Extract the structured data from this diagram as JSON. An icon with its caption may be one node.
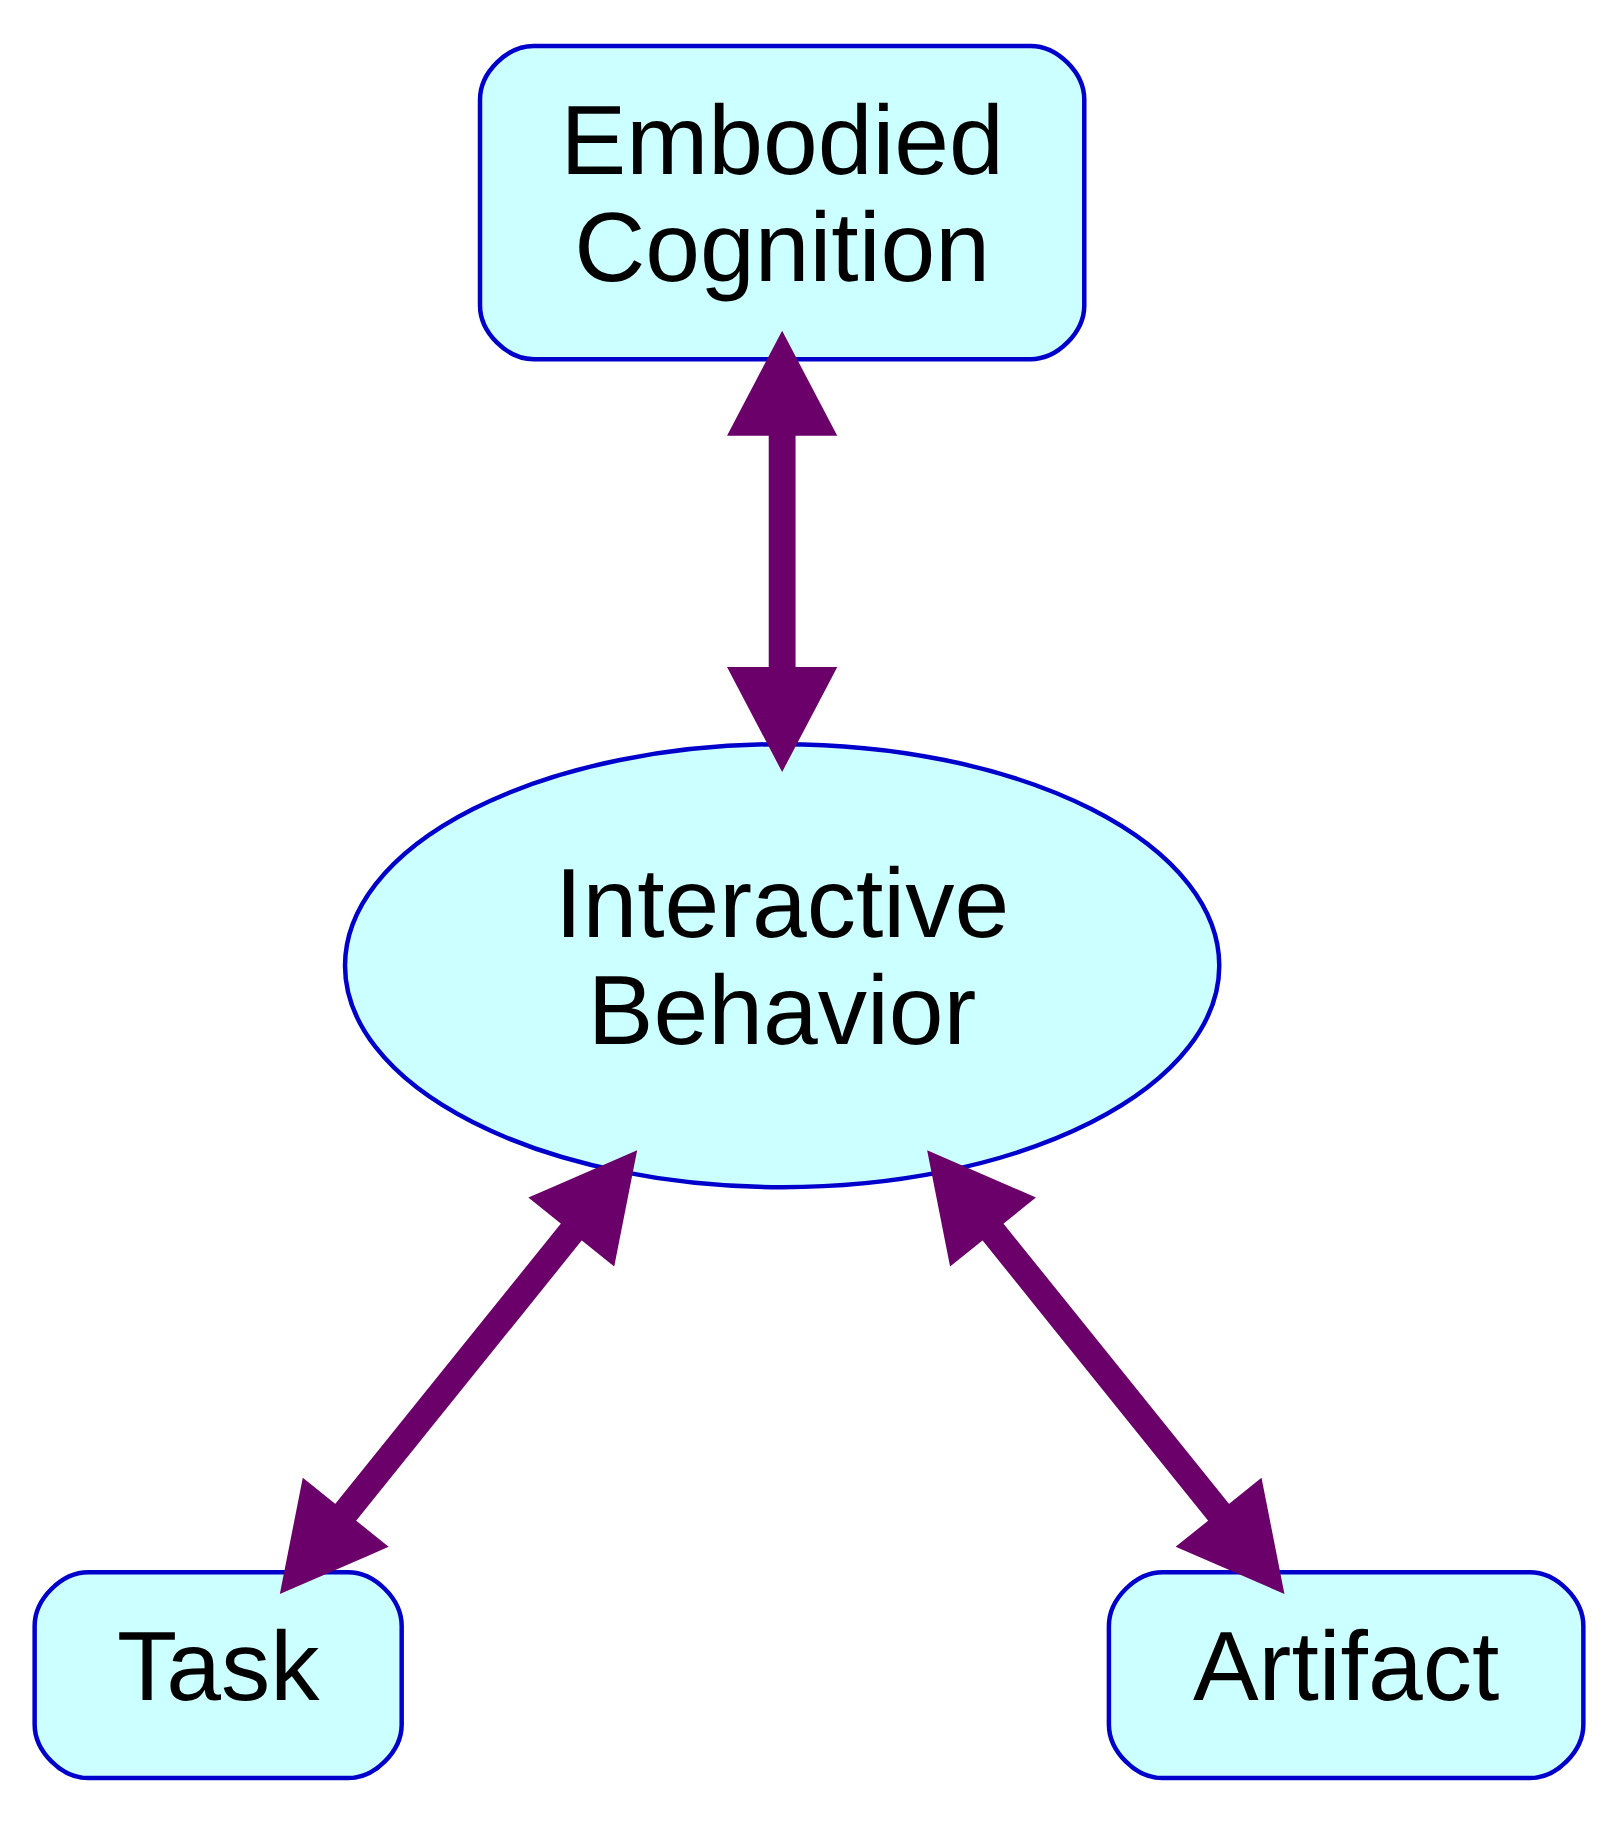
{
  "diagram": {
    "nodes": [
      {
        "text": [
          "Embodied Cognition"
        ]
      },
      {
        "text": [
          "Interactive Behavior"
        ]
      },
      {
        "text": [
          "Task"
        ]
      },
      {
        "text": [
          "Artifact"
        ]
      }
    ],
    "edges": [
      {
        "from": 0,
        "to": 1,
        "arrow": "both"
      },
      {
        "from": 1,
        "to": 2,
        "arrow": "both"
      },
      {
        "from": 1,
        "to": 3,
        "arrow": "both"
      }
    ]
  }
}
